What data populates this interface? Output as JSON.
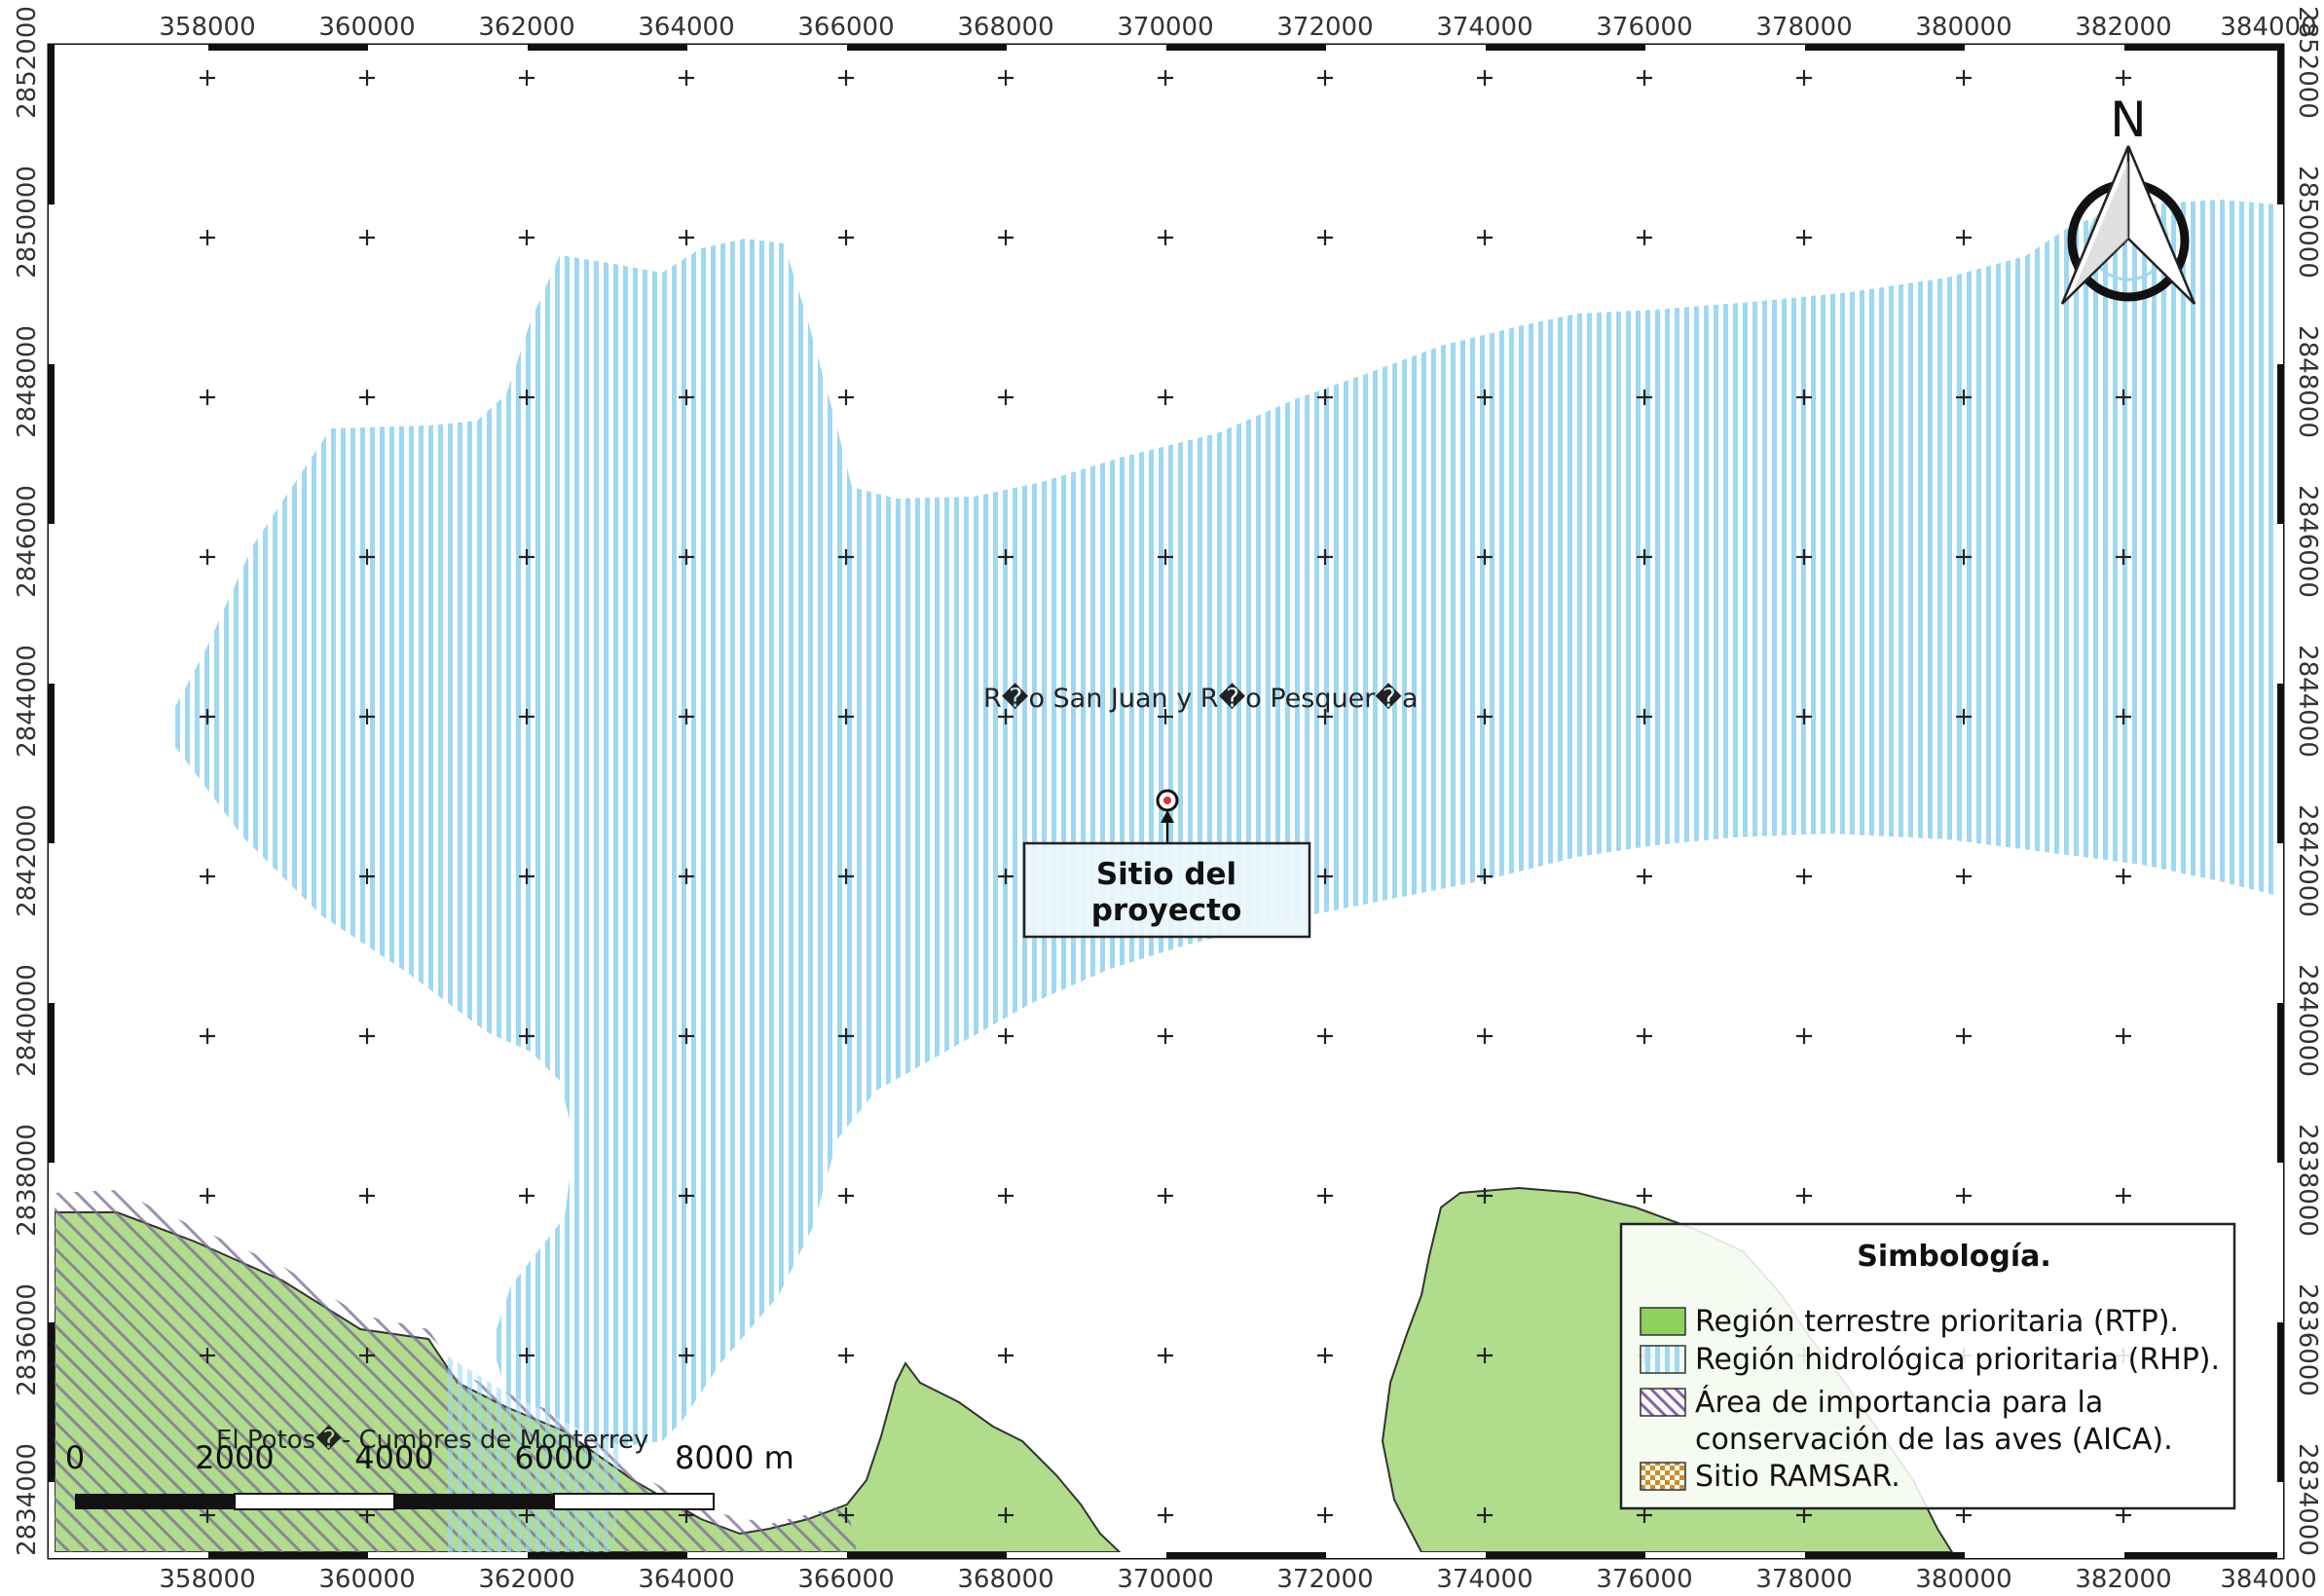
{
  "coords": {
    "x_ticks": [
      "358000",
      "360000",
      "362000",
      "364000",
      "366000",
      "368000",
      "370000",
      "372000",
      "374000",
      "376000",
      "378000",
      "380000",
      "382000",
      "384000"
    ],
    "y_ticks": [
      "2852000",
      "2850000",
      "2848000",
      "2846000",
      "2844000",
      "2842000",
      "2840000",
      "2838000",
      "2836000",
      "2834000"
    ]
  },
  "labels": {
    "rhp_name": "R�o San Juan y R�o Pesquer�a",
    "rtp_name": "El Potos�- Cumbres de Monterrey",
    "project_line1": "Sitio del",
    "project_line2": "proyecto",
    "north": "N"
  },
  "scalebar": {
    "labels": [
      "0",
      "2000",
      "4000",
      "6000",
      "8000 m"
    ]
  },
  "legend": {
    "title": "Simbología.",
    "items": [
      {
        "label": "Región terrestre prioritaria (RTP).",
        "pattern": "rtp"
      },
      {
        "label": "Región hidrológica prioritaria (RHP).",
        "pattern": "rhp"
      },
      {
        "label_line1": "Área de importancia para la",
        "label_line2": "conservación de las aves (AICA).",
        "pattern": "aica"
      },
      {
        "label": "Sitio RAMSAR.",
        "pattern": "ramsar"
      }
    ]
  },
  "colors": {
    "rtp_fill": "#b1dc8c",
    "rhp_stripe": "#9fd8f0",
    "aica_hatch": "#8a5fb0",
    "ramsar": "#c8902a",
    "project_marker": "#d9333a"
  }
}
